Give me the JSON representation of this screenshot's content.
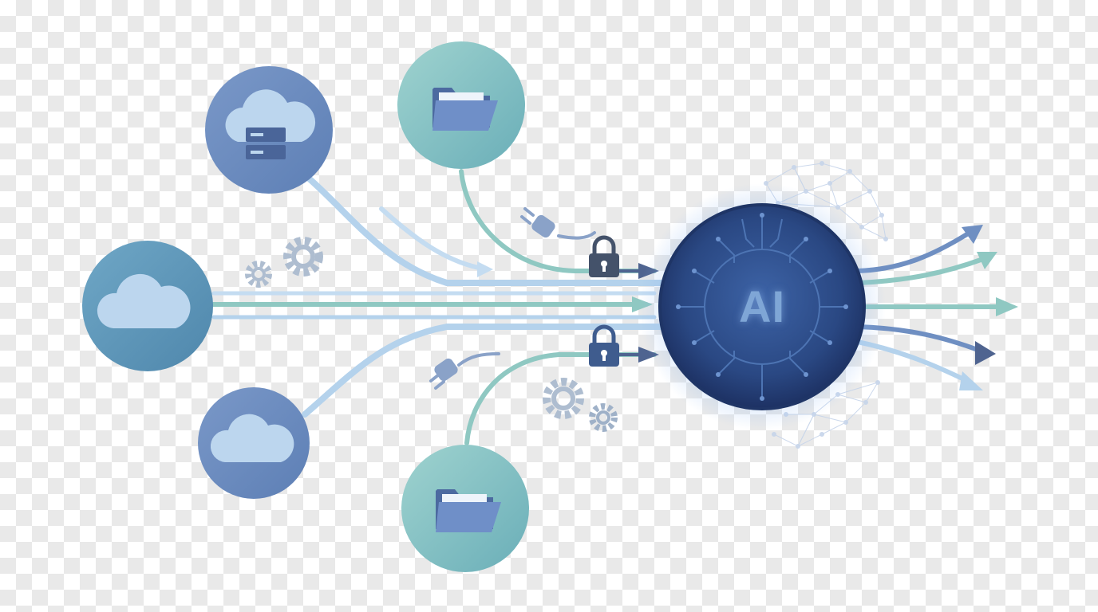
{
  "hub": {
    "label": "AI",
    "colors": {
      "core": "#2e4d8a",
      "edge": "#1f3566",
      "glow": "#8db8f2",
      "text": "#7fa6d6"
    }
  },
  "nodes": [
    {
      "id": "cloud-server",
      "icon": "cloud-server-icon",
      "fill": "#6b8cc0"
    },
    {
      "id": "folder-top",
      "icon": "folder-icon",
      "fill": "#79bcc0"
    },
    {
      "id": "cloud-left",
      "icon": "cloud-icon",
      "fill": "#5c93b4"
    },
    {
      "id": "cloud-bottom",
      "icon": "cloud-icon",
      "fill": "#6b8cc0"
    },
    {
      "id": "folder-bottom",
      "icon": "folder-icon",
      "fill": "#79bcc0"
    }
  ],
  "palette": {
    "flow_light": "#b4d2ec",
    "flow_teal": "#8fc8c2",
    "flow_blue": "#6f8fc2",
    "arrow_dark": "#4f6490",
    "lock": "#44526a",
    "gear": "#aebdd0",
    "plug": "#8aa2c8",
    "network": "#c6d4ea"
  },
  "decor_icons": [
    "gear-icon",
    "lock-icon",
    "plug-icon",
    "neural-network-icon"
  ]
}
